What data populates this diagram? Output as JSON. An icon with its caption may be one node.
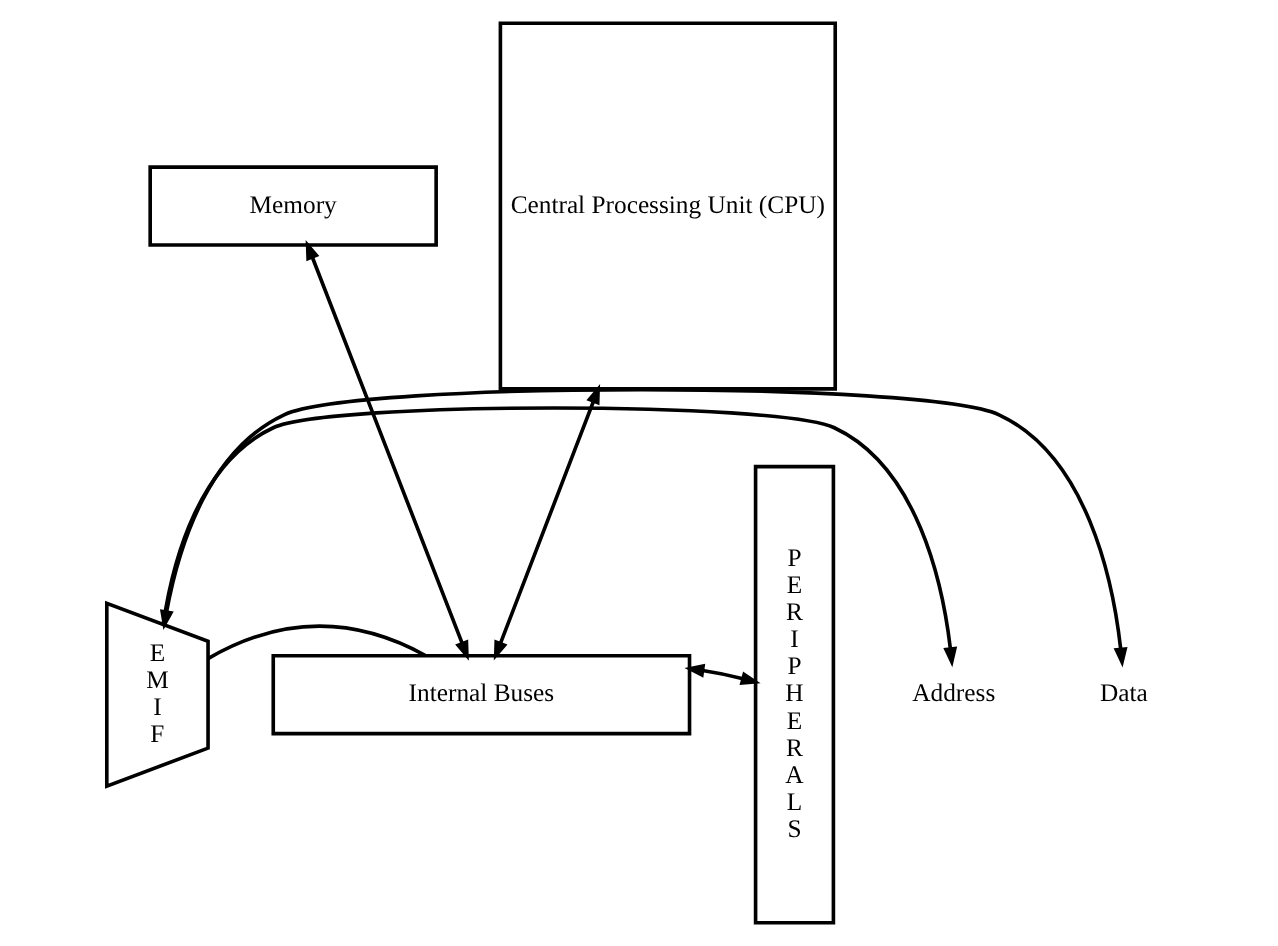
{
  "diagram": {
    "nodes": [
      {
        "text": [
          "Memory"
        ]
      },
      {
        "text": [
          "Address"
        ]
      },
      {
        "text": [
          "E M I F"
        ]
      },
      {
        "text": [
          "Internal Buses"
        ]
      },
      {
        "text": [
          "Data"
        ]
      },
      {
        "text": [
          "P E R I P H E R A L S"
        ]
      },
      {
        "text": [
          "Central Processing Unit (CPU)"
        ]
      }
    ],
    "edges": [
      {
        "from": 2,
        "to": 1,
        "arrow": "to"
      },
      {
        "from": 4,
        "to": 2,
        "arrow": "both"
      },
      {
        "from": 0,
        "to": 3,
        "arrow": "both"
      },
      {
        "from": 6,
        "to": 3,
        "arrow": "both"
      },
      {
        "from": 3,
        "to": 5,
        "arrow": "both"
      },
      {
        "from": 2,
        "to": 3,
        "arrow": "none"
      }
    ]
  }
}
